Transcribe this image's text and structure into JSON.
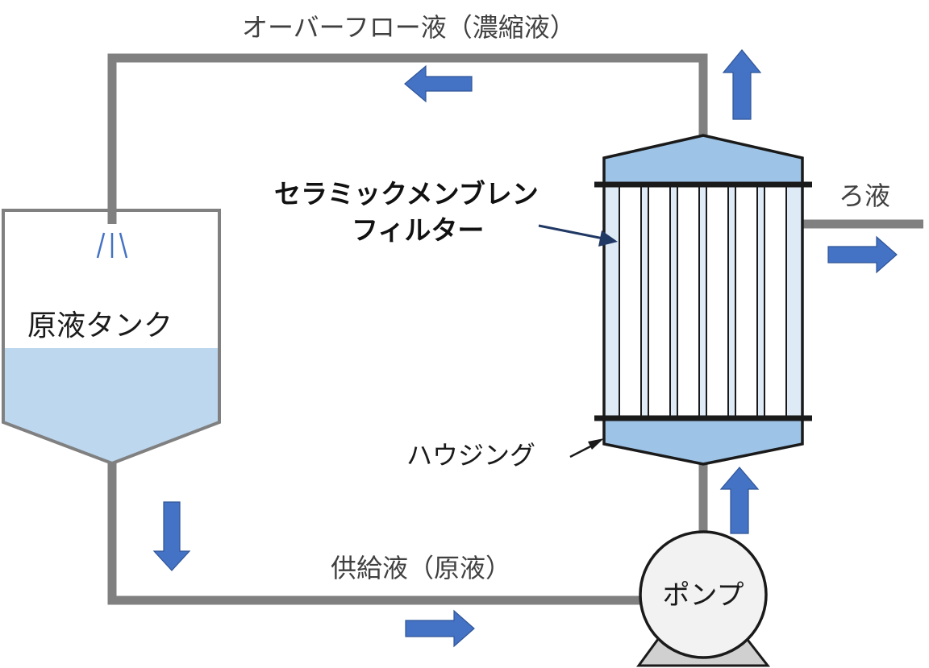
{
  "labels": {
    "overflow": "オーバーフロー液（濃縮液）",
    "membrane_line1": "セラミックメンブレン",
    "membrane_line2": "フィルター",
    "filtrate": "ろ液",
    "tank": "原液タンク",
    "housing": "ハウジング",
    "feed": "供給液（原液）",
    "pump": "ポンプ"
  },
  "colors": {
    "pipe": "#808080",
    "arrow": "#4472c4",
    "liquid": "#bdd7ee",
    "housing_cap": "#9dc3e6",
    "housing_body": "#deebf7",
    "outline": "#1a1a1a",
    "pump_body": "#f2f2f2",
    "spray": "#4472c4"
  }
}
